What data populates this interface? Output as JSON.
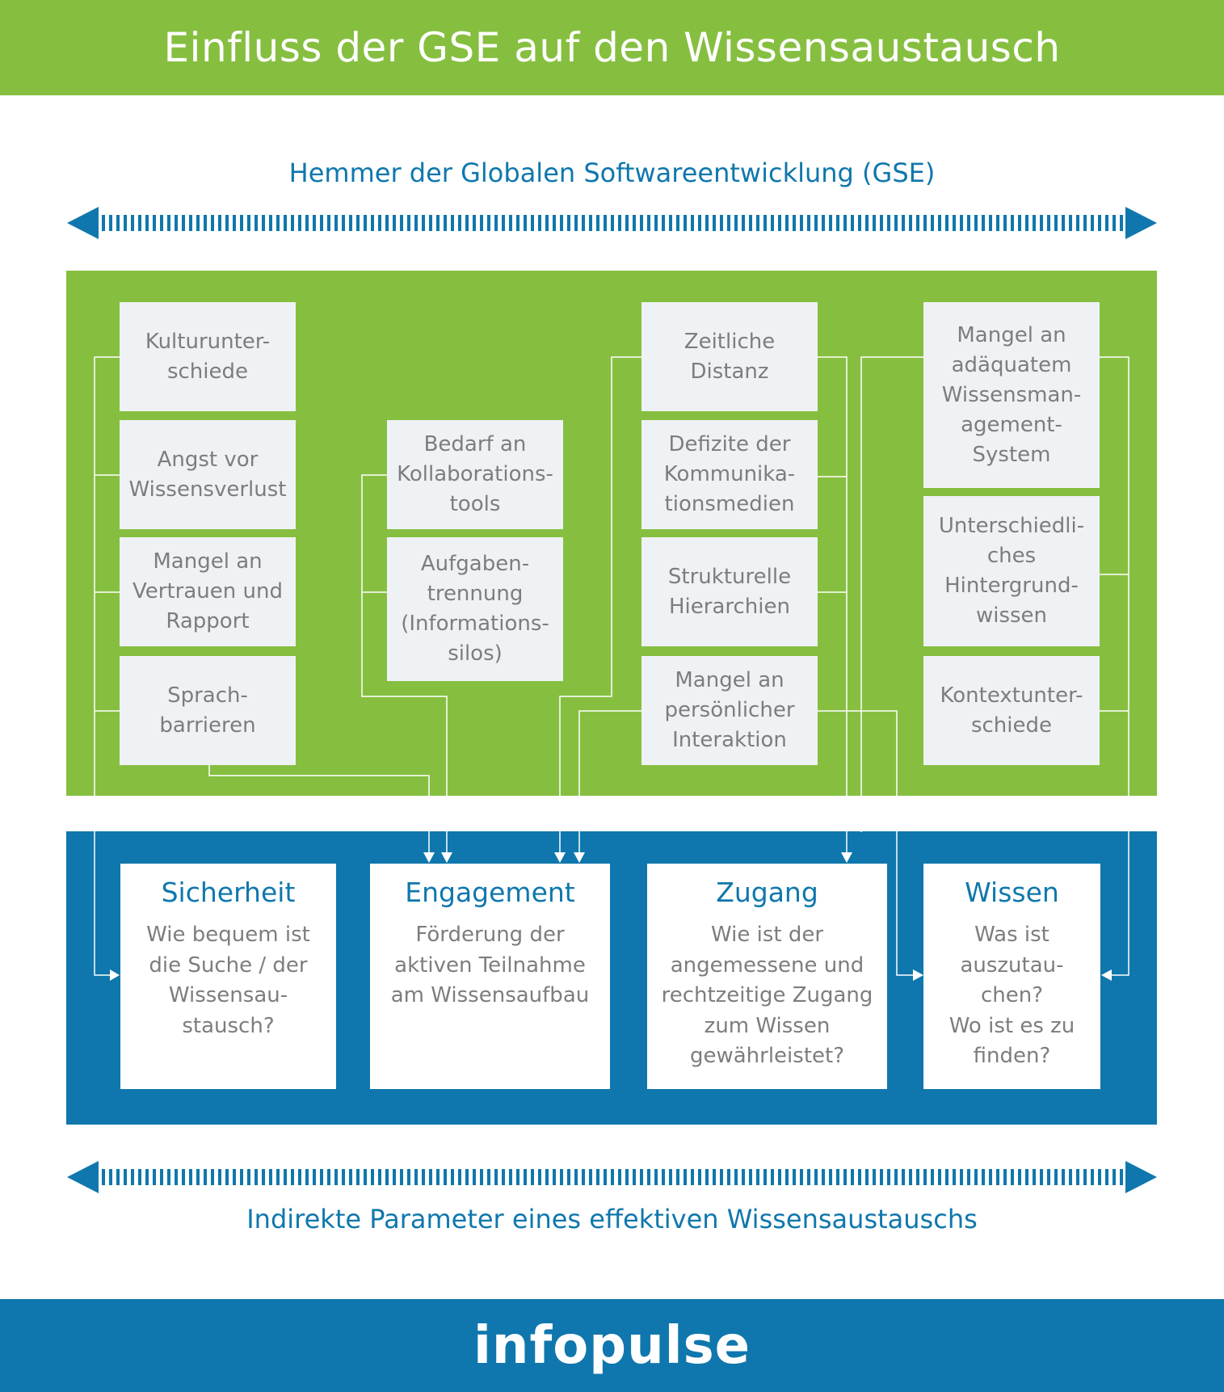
{
  "title": "Einfluss der GSE auf den Wissensaustausch",
  "top_label": "Hemmer der Globalen Softwareentwicklung (GSE)",
  "bottom_label": "Indirekte Parameter eines effektiven Wissensaustauschs",
  "hindrances": {
    "col1": [
      "Kulturunter-\nschiede",
      "Angst vor\nWissensverlust",
      "Mangel an\nVertrauen und\nRapport",
      "Sprach-\nbarrieren"
    ],
    "col2": [
      "Bedarf an\nKollaborations-\ntools",
      "Aufgaben-\ntrennung\n(Informations-\nsilos)"
    ],
    "col3": [
      "Zeitliche\nDistanz",
      "Defizite der\nKommunika-\ntionsmedien",
      "Strukturelle\nHierarchien",
      "Mangel an\npersönlicher\nInteraktion"
    ],
    "col4": [
      "Mangel an\nadäquatem\nWissensman-\nagement-\nSystem",
      "Unterschiedli-\nches\nHintergrund-\nwissen",
      "Kontextunter-\nschiede"
    ]
  },
  "parameters": [
    {
      "title": "Sicherheit",
      "text": "Wie bequem ist\ndie Suche / der\nWissensau-\nstausch?"
    },
    {
      "title": "Engagement",
      "text": "Förderung der\naktiven Teilnahme\nam Wissensaufbau"
    },
    {
      "title": "Zugang",
      "text": "Wie ist der\nangemessene und\nrechtzeitige Zugang\nzum Wissen\ngewährleistet?"
    },
    {
      "title": "Wissen",
      "text": "Was ist\nauszutau-\nchen?\nWo ist es zu\nfinden?"
    }
  ],
  "logo": "infopulse",
  "colors": {
    "green": "#86bf40",
    "blue": "#0f77ad",
    "box": "#eff2f5",
    "text_gray": "#7d7d7d"
  }
}
